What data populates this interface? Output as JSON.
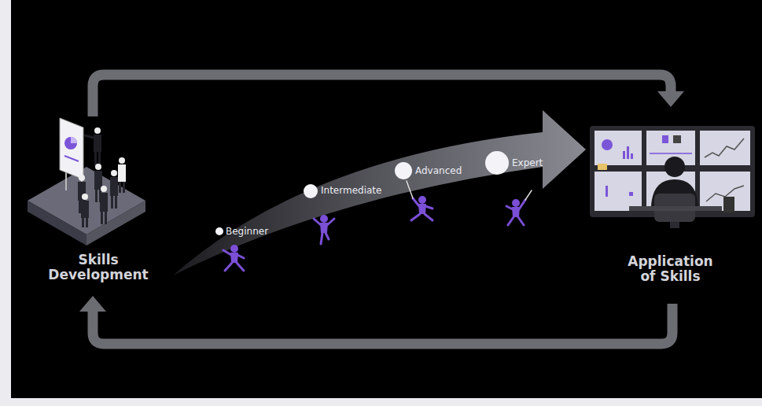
{
  "diagram": {
    "nodes": [
      {
        "text": [
          "Skills Development"
        ]
      },
      {
        "text": [
          "Application of Skills"
        ]
      }
    ],
    "edges": [
      {
        "from": 0,
        "to": 1,
        "arrow": "to"
      },
      {
        "from": 1,
        "to": 0,
        "arrow": "to"
      },
      {
        "from": 0,
        "to": 1,
        "arrow": "to"
      }
    ],
    "labels": [
      "Beginner",
      "Intermediate",
      "Advanced",
      "Expert"
    ]
  }
}
